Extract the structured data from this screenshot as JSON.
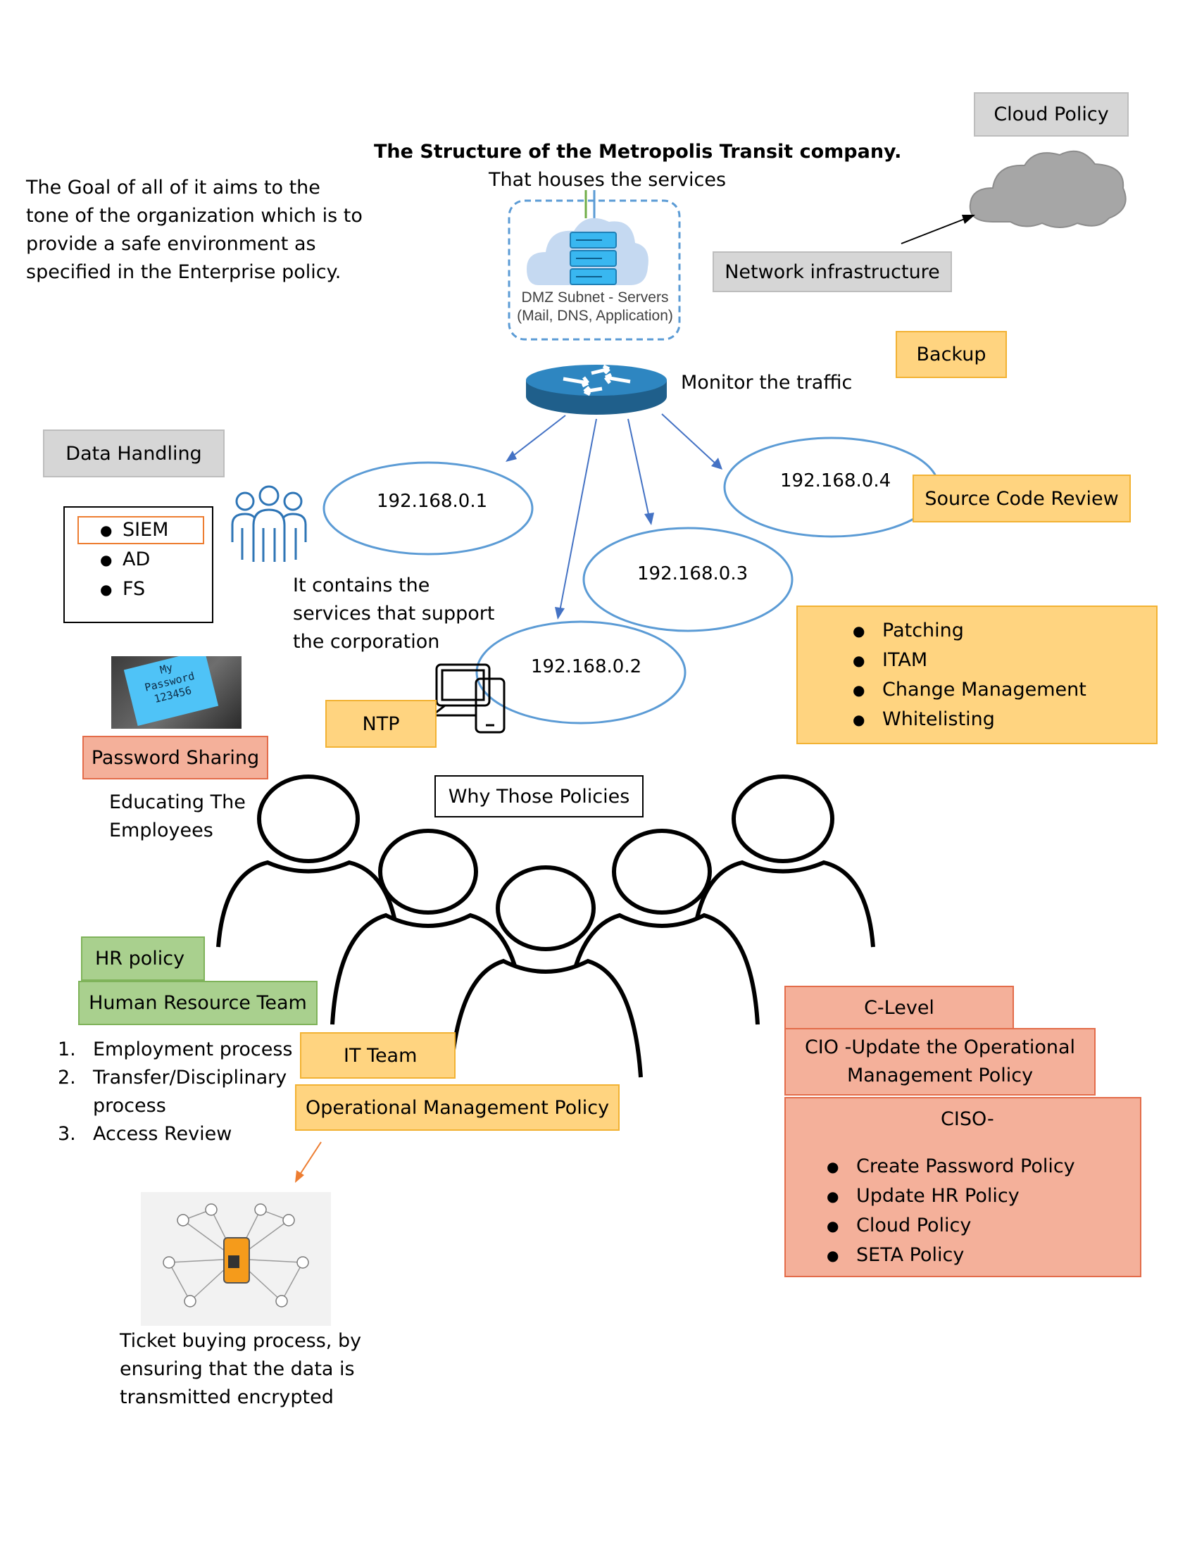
{
  "header": {
    "title": "The Structure of the Metropolis Transit company.",
    "subtitle": "That houses the services"
  },
  "goal_text": [
    "The Goal of all of it aims to the",
    "tone of the organization which is to",
    "provide a safe environment as",
    "specified in the Enterprise policy."
  ],
  "dmz": {
    "line1": "DMZ Subnet - Servers",
    "line2": "(Mail, DNS, Application)"
  },
  "router_label": "Monitor the traffic",
  "labels": {
    "cloud_policy": "Cloud Policy",
    "network_infrastructure": "Network infrastructure",
    "backup": "Backup",
    "data_handling": "Data Handling",
    "source_code_review": "Source Code Review",
    "ntp": "NTP",
    "password_sharing": "Password Sharing",
    "why_policies": "Why Those Policies",
    "hr_policy": "HR policy",
    "hr_team": "Human Resource Team",
    "it_team": "IT Team",
    "operational_policy": "Operational Management Policy",
    "c_level": "C-Level",
    "cio_line1": "CIO -Update the Operational",
    "cio_line2": "Management Policy",
    "ciso": "CISO-"
  },
  "ip_nodes": [
    "192.168.0.1",
    "192.168.0.2",
    "192.168.0.3",
    "192.168.0.4"
  ],
  "data_handling_items": [
    "SIEM",
    "AD",
    "FS"
  ],
  "services_text": [
    "It contains the",
    "services that support",
    "the corporation"
  ],
  "sticky_note": {
    "line1": "My",
    "line2": "Password",
    "line3": "123456"
  },
  "educating_text": [
    "Educating The",
    "Employees"
  ],
  "ops_items": [
    "Patching",
    "ITAM",
    "Change Management",
    "Whitelisting"
  ],
  "hr_items": [
    {
      "num": "1.",
      "text": "Employment process"
    },
    {
      "num": "2.",
      "text": "Transfer/Disciplinary"
    },
    {
      "num": "",
      "text": "process"
    },
    {
      "num": "3.",
      "text": "Access Review"
    }
  ],
  "ciso_items": [
    "Create Password Policy",
    "Update HR Policy",
    "Cloud Policy",
    "SETA Policy"
  ],
  "ticket_text": [
    "Ticket buying process, by",
    "ensuring that the data is",
    "transmitted encrypted"
  ],
  "colors": {
    "blue": "#5b9bd5",
    "yellow": "#ffd480",
    "green": "#a9d08e",
    "salmon": "#f4b09a",
    "gray": "#d6d6d6",
    "orange": "#ed7d31"
  }
}
